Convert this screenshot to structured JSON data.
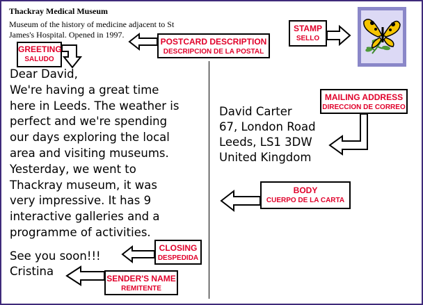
{
  "header": {
    "museum_name": "Thackray Medical Museum",
    "museum_description_line1": "Museum of the history of medicine adjacent to St",
    "museum_description_line2": "James's Hospital. Opened in 1997."
  },
  "message": {
    "greeting": "Dear David,",
    "body_lines": [
      "We're having a great time",
      "here in Leeds. The weather is",
      "perfect and we're spending",
      "our days exploring the local",
      "area and visiting museums.",
      "Yesterday, we went to",
      "Thackray museum, it was",
      "very impressive. It has 9",
      "interactive galleries and a",
      "programme of activities."
    ],
    "closing": "See you soon!!!",
    "sender": "Cristina"
  },
  "address": {
    "lines": [
      "David Carter",
      "67, London Road",
      "Leeds, LS1 3DW",
      "United Kingdom"
    ]
  },
  "labels": {
    "greeting": {
      "en": "GREETING",
      "es": "SALUDO"
    },
    "description": {
      "en": "POSTCARD DESCRIPTION",
      "es": "DESCRIPCION DE LA POSTAL"
    },
    "stamp": {
      "en": "STAMP",
      "es": "SELLO"
    },
    "mailing_address": {
      "en": "MAILING ADDRESS",
      "es": "DIRECCION DE CORREO"
    },
    "body": {
      "en": "BODY",
      "es": "CUERPO DE LA CARTA"
    },
    "closing": {
      "en": "CLOSING",
      "es": "DESPEDIDA"
    },
    "sender": {
      "en": "SENDER'S NAME",
      "es": "REMITENTE"
    }
  },
  "colors": {
    "label_text": "#e0002a",
    "border": "#3f2a7a",
    "stamp_frame": "#8a87c8",
    "stamp_bg": "#dcd9f5",
    "butterfly_yellow": "#f5c400"
  },
  "stamp": {
    "icon": "butterfly-icon"
  }
}
